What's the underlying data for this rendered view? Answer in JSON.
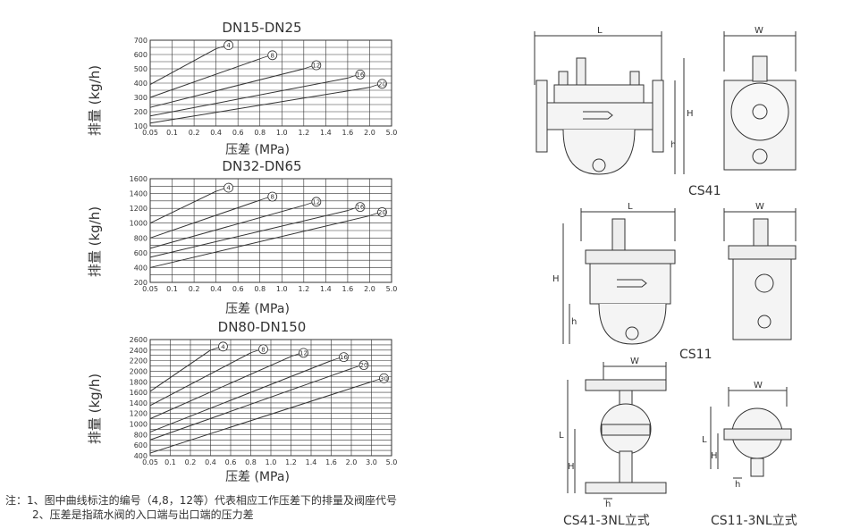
{
  "chart_data": [
    {
      "type": "line",
      "title": "DN15-DN25",
      "ylabel": "排量 (kg/h)",
      "xlabel": "压差 (MPa)",
      "x_ticks": [
        "0.05",
        "0.1",
        "0.2",
        "0.4",
        "0.6",
        "0.8",
        "1.0",
        "1.2",
        "1.4",
        "1.6",
        "2.0",
        "5.0"
      ],
      "y_ticks": [
        100,
        200,
        300,
        400,
        500,
        600,
        700
      ],
      "ylim": [
        100,
        700
      ],
      "grid": true,
      "series": [
        {
          "name": "4",
          "x": [
            "0.05",
            "0.4"
          ],
          "y": [
            390,
            640
          ]
        },
        {
          "name": "8",
          "x": [
            "0.05",
            "0.8"
          ],
          "y": [
            300,
            570
          ]
        },
        {
          "name": "12",
          "x": [
            "0.05",
            "1.2"
          ],
          "y": [
            230,
            500
          ]
        },
        {
          "name": "16",
          "x": [
            "0.05",
            "1.6"
          ],
          "y": [
            170,
            435
          ]
        },
        {
          "name": "20",
          "x": [
            "0.05",
            "2.0"
          ],
          "y": [
            120,
            370
          ]
        }
      ]
    },
    {
      "type": "line",
      "title": "DN32-DN65",
      "ylabel": "排量 (kg/h)",
      "xlabel": "压差 (MPa)",
      "x_ticks": [
        "0.05",
        "0.1",
        "0.2",
        "0.4",
        "0.6",
        "0.8",
        "1.0",
        "1.2",
        "1.4",
        "1.6",
        "2.0",
        "5.0"
      ],
      "y_ticks": [
        200,
        400,
        600,
        800,
        1000,
        1200,
        1400,
        1600
      ],
      "ylim": [
        200,
        1600
      ],
      "grid": true,
      "series": [
        {
          "name": "4",
          "x": [
            "0.05",
            "0.4"
          ],
          "y": [
            1000,
            1430
          ]
        },
        {
          "name": "8",
          "x": [
            "0.05",
            "0.8"
          ],
          "y": [
            800,
            1310
          ]
        },
        {
          "name": "12",
          "x": [
            "0.05",
            "1.2"
          ],
          "y": [
            660,
            1240
          ]
        },
        {
          "name": "16",
          "x": [
            "0.05",
            "1.6"
          ],
          "y": [
            540,
            1170
          ]
        },
        {
          "name": "20",
          "x": [
            "0.05",
            "2.0"
          ],
          "y": [
            400,
            1100
          ]
        }
      ]
    },
    {
      "type": "line",
      "title": "DN80-DN150",
      "ylabel": "排量 (kg/h)",
      "xlabel": "压差 (MPa)",
      "x_ticks": [
        "0.05",
        "0.1",
        "0.2",
        "0.4",
        "0.6",
        "0.8",
        "1.0",
        "1.2",
        "1.4",
        "1.6",
        "2.0",
        "3.0",
        "5.0"
      ],
      "y_ticks": [
        400,
        600,
        800,
        1000,
        1200,
        1400,
        1600,
        1800,
        2000,
        2200,
        2400,
        2600
      ],
      "ylim": [
        400,
        2600
      ],
      "grid": true,
      "series": [
        {
          "name": "4",
          "x": [
            "0.05",
            "0.4"
          ],
          "y": [
            1620,
            2400
          ]
        },
        {
          "name": "8",
          "x": [
            "0.05",
            "0.8"
          ],
          "y": [
            1350,
            2350
          ]
        },
        {
          "name": "12",
          "x": [
            "0.05",
            "1.2"
          ],
          "y": [
            1100,
            2280
          ]
        },
        {
          "name": "16",
          "x": [
            "0.05",
            "1.6"
          ],
          "y": [
            850,
            2200
          ]
        },
        {
          "name": "20",
          "x": [
            "0.05",
            "2.0"
          ],
          "y": [
            700,
            2050
          ]
        },
        {
          "name": "30",
          "x": [
            "0.05",
            "3.0"
          ],
          "y": [
            450,
            1800
          ]
        }
      ]
    }
  ],
  "notes": {
    "line1": "注：1、图中曲线标注的编号（4,8，12等）代表相应工作压差下的排量及阀座代号",
    "line2": "2、压差是指疏水阀的入口端与出口端的压力差"
  },
  "drawings": {
    "cs41_caption": "CS41",
    "cs11_caption": "CS11",
    "cs41_3nl_caption": "CS41-3NL立式",
    "cs11_3nl_caption": "CS11-3NL立式",
    "dim_L": "L",
    "dim_W": "W",
    "dim_H": "H",
    "dim_h": "h"
  },
  "colors": {
    "line": "#333333",
    "grid": "#333333"
  }
}
